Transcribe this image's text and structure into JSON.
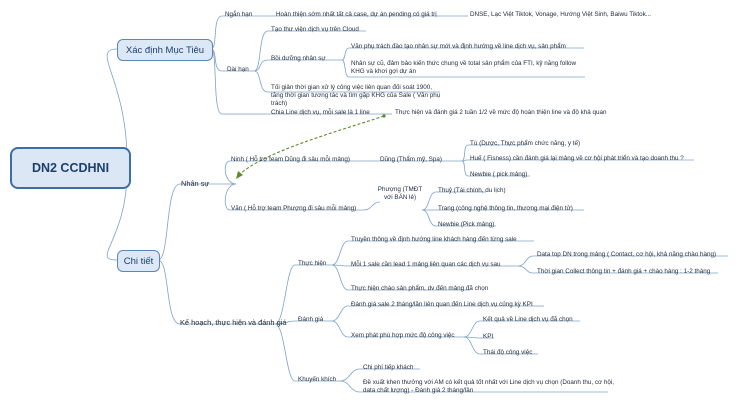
{
  "root": "DN2 CCDHNI",
  "main": {
    "b1": "Xác định Mục Tiêu",
    "b2": "Chi tiết"
  },
  "goals": {
    "ngan_han": "Ngắn hạn",
    "ngan_han_task": "Hoàn thiện sớm nhất tất cả case, dự án pending có giá trị",
    "ngan_han_detail": "DNSE, Lạc Việt Tiktok, Vonage, Hướng Việt Sinh, Baiwu Tiktok...",
    "dai_han": "Dài hạn",
    "cloud": "Tạo thư viện dịch vụ trên Cloud",
    "boi_duong": "Bồi dưỡng nhân sự",
    "boi_duong_1": "Văn phụ trách đào tạo nhân sự mới và định hướng về line dịch vụ, sản phẩm",
    "boi_duong_2": "Nhân sự cũ, đảm bảo kiến thức chung về total sản phẩm của FTI, kỹ năng follow KHG và khơi gợi dự án",
    "toi_gian": "Tối giản thời gian xử lý công việc liên quan đối soát 1900, tăng thời gian tương tác và tìm gặp KHG của Sale ( Văn phụ trách)",
    "chia_line": "Chia Line dịch vụ, mỗi sale là 1 line",
    "chia_line_detail": "Thực hiện và đánh giá 2 tuần 1/2 về mức độ hoàn thiện line và độ khả quan"
  },
  "staff": {
    "label": "Nhân sự",
    "ninh": "Ninh ( Hỗ trợ team Dũng đi sâu mỗi mảng)",
    "dung": "Dũng (Thẩm mỹ, Spa)",
    "tu": "Tú (Dược, Thực phẩm chức năng, y tế)",
    "hue": "Huế ( Fisness) cần đánh giá lại mảng về cơ hội phát triển và tạo doanh thu ?",
    "newbie1": "Newbie ( pick mảng)",
    "van": "Văn ( Hỗ trợ team Phượng đi sâu mỗi mảng)",
    "phuong": "Phượng (TMĐT với BÁN lẻ)",
    "thuy": "Thuỷ (Tài chính, du lịch)",
    "trang": "Trang (công nghệ thông tin, thương mại điện tử)",
    "newbie2": "Newbie (Pick mảng)"
  },
  "plan": {
    "label": "Kế hoạch, thực hiện và đánh giá",
    "thuc_hien": "Thực hiện",
    "th_1": "Truyền thông về định hướng line khách hàng đến từng sale",
    "th_2": "Mỗi 1 sale cần lead 1 mảng liên quan các dịch vụ sau",
    "th_2a": "Data top DN trong mảng ( Contact, cơ hội, khả năng chào hàng)",
    "th_2b": "Thời gian Collect thông tin + đánh giá + chào hàng : 1-2 tháng",
    "th_3": "Thực hiện chào sản phẩm, dv đến mảng đã chọn",
    "danh_gia": "Đánh giá",
    "dg_1": "Đánh giá sale 2 tháng/lần liên quan đến Line dịch vụ củng kỳ KPI",
    "dg_2": "Xem phát phù hợp mức độ công việc",
    "dg_2a": "Kết quả về Line dịch vụ đã chọn",
    "dg_2b": "KPI",
    "dg_2c": "Thái độ công việc",
    "khuyen_khich": "Khuyến khích",
    "kk_1": "Chi phí tiếp khách",
    "kk_2": "Đề xuất khen thưởng với AM có kết quả tốt nhất với Line dịch vụ chọn (Doanh thu, cơ hội, data chất lượng) - Đánh giá 2 tháng/lần"
  },
  "colors": {
    "connector": "#7fa1c9",
    "root_border": "#3e6ea5",
    "box_fill": "#dce8f6",
    "relation_arrow": "#5e8a2e"
  }
}
